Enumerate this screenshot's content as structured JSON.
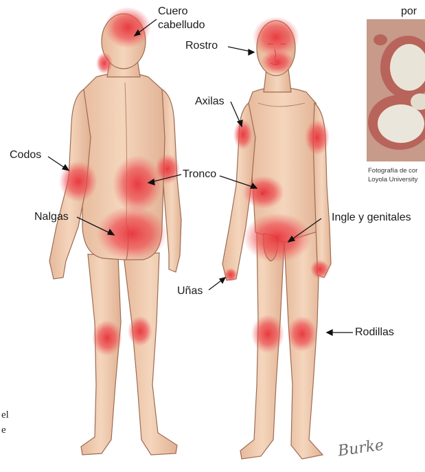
{
  "labels": {
    "cuero_line1": "Cuero",
    "cuero_line2": "cabelludo",
    "rostro": "Rostro",
    "axilas": "Axilas",
    "codos": "Codos",
    "tronco": "Tronco",
    "nalgas": "Nalgas",
    "ingle": "Ingle y genitales",
    "unas": "Uñas",
    "rodillas": "Rodillas"
  },
  "photo_header": "por",
  "photo_caption_line1": "Fotografía de cor",
  "photo_caption_line2": "Loyola University",
  "left_fragment_line1": "el",
  "left_fragment_line2": "e",
  "signature": "Burke",
  "colors": {
    "skin": "#f1cfb4",
    "skin_shadow": "#d9a98a",
    "lesion": "#e8333a",
    "outline": "#9c6b52",
    "plaque": "#eae6dc"
  }
}
